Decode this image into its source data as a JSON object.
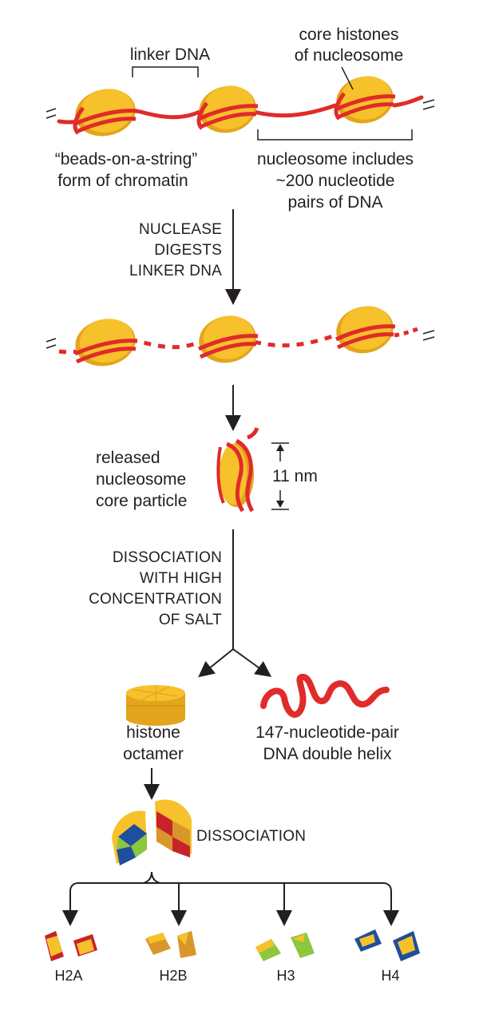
{
  "colors": {
    "dna": "#e02b2b",
    "histone": "#f6c12b",
    "histone_shade": "#e3a51b",
    "text": "#231f20",
    "h2a": "#c8232c",
    "h2b": "#d9962a",
    "h3": "#8dc63f",
    "h4": "#1f4e9c"
  },
  "top": {
    "linker_dna": "linker DNA",
    "core_histones": [
      "core histones",
      "of nucleosome"
    ],
    "beads_caption": [
      "“beads-on-a-string”",
      "form of chromatin"
    ],
    "nucleosome_caption": [
      "nucleosome includes",
      "~200 nucleotide",
      "pairs of DNA"
    ]
  },
  "steps": {
    "nuclease": [
      "NUCLEASE",
      "DIGESTS",
      "LINKER DNA"
    ],
    "released": [
      "released",
      "nucleosome",
      "core particle"
    ],
    "size": "11 nm",
    "salt": [
      "DISSOCIATION",
      "WITH HIGH",
      "CONCENTRATION",
      "OF SALT"
    ],
    "octamer": [
      "histone",
      "octamer"
    ],
    "helix": [
      "147-nucleotide-pair",
      "DNA double helix"
    ],
    "dissociation": "DISSOCIATION"
  },
  "histones": [
    "H2A",
    "H2B",
    "H3",
    "H4"
  ]
}
